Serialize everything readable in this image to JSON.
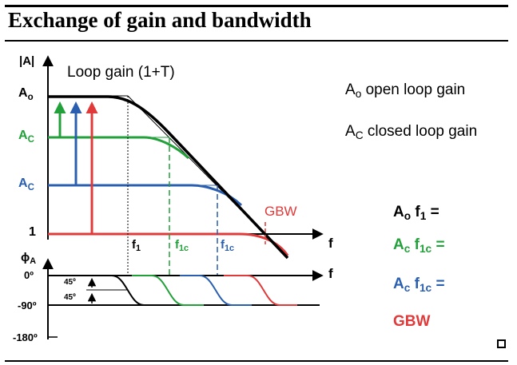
{
  "title": "Exchange of gain and bandwidth",
  "colors": {
    "black": "#000000",
    "green": "#22a03a",
    "blue": "#2a5fb0",
    "red": "#e03a3a"
  },
  "magnitude_plot": {
    "y_axis_label": "|A|",
    "loop_gain_label": "Loop gain (1+T)",
    "y_ticks": {
      "ao": {
        "main": "A",
        "sub": "o"
      },
      "ac_green": {
        "main": "A",
        "sub": "C"
      },
      "ac_blue": {
        "main": "A",
        "sub": "C"
      },
      "one": "1"
    },
    "x_axis_label": "f",
    "freq_labels": {
      "f1": {
        "main": "f",
        "sub": "1"
      },
      "f1c_green": {
        "main": "f",
        "sub": "1c"
      },
      "f1c_blue": {
        "main": "f",
        "sub": "1c"
      }
    },
    "gbw_label": "GBW"
  },
  "phase_plot": {
    "y_axis_label": {
      "main": "ϕ",
      "sub": "A"
    },
    "ticks": [
      "0º",
      "-90º",
      "-180º"
    ],
    "x_axis_label": "f",
    "shift_labels": [
      "45º",
      "45º"
    ]
  },
  "legend": {
    "ao_line": {
      "main": "A",
      "sub": "o",
      "text": " open loop gain"
    },
    "ac_line": {
      "main": "A",
      "sub": "C",
      "text": " closed loop gain"
    }
  },
  "equations": [
    {
      "a": "A",
      "a_sub": "o",
      "f": " f",
      "f_sub": "1",
      "tail": " =",
      "color": "black"
    },
    {
      "a": "A",
      "a_sub": "c",
      "f": " f",
      "f_sub": "1c",
      "tail": " =",
      "color": "green"
    },
    {
      "a": "A",
      "a_sub": "c",
      "f": " f",
      "f_sub": "1c",
      "tail": " =",
      "color": "blue"
    }
  ],
  "equation_result": "GBW"
}
